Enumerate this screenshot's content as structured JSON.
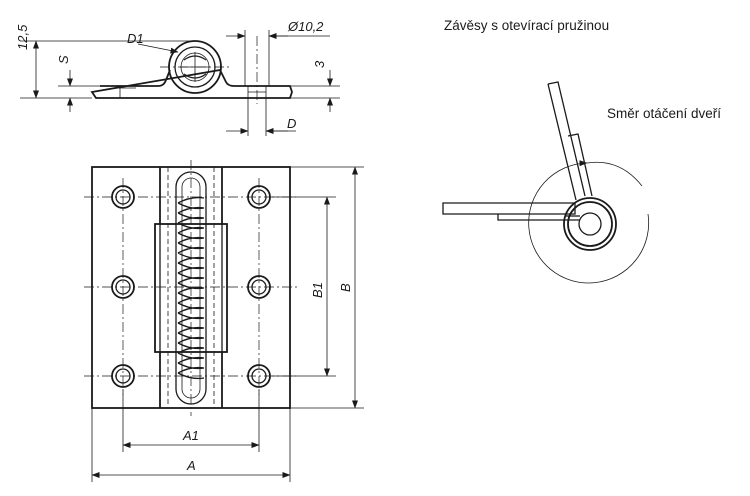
{
  "labels": {
    "d12_5": "12,5",
    "s": "S",
    "d1": "D1",
    "d10_2": "Ø10,2",
    "d3": "3",
    "d": "D",
    "b1": "B1",
    "b": "B",
    "a1": "A1",
    "a": "A"
  },
  "captions": {
    "title": "Závěsy s otevírací pružinou",
    "rotation": "Směr otáčení dveří"
  }
}
